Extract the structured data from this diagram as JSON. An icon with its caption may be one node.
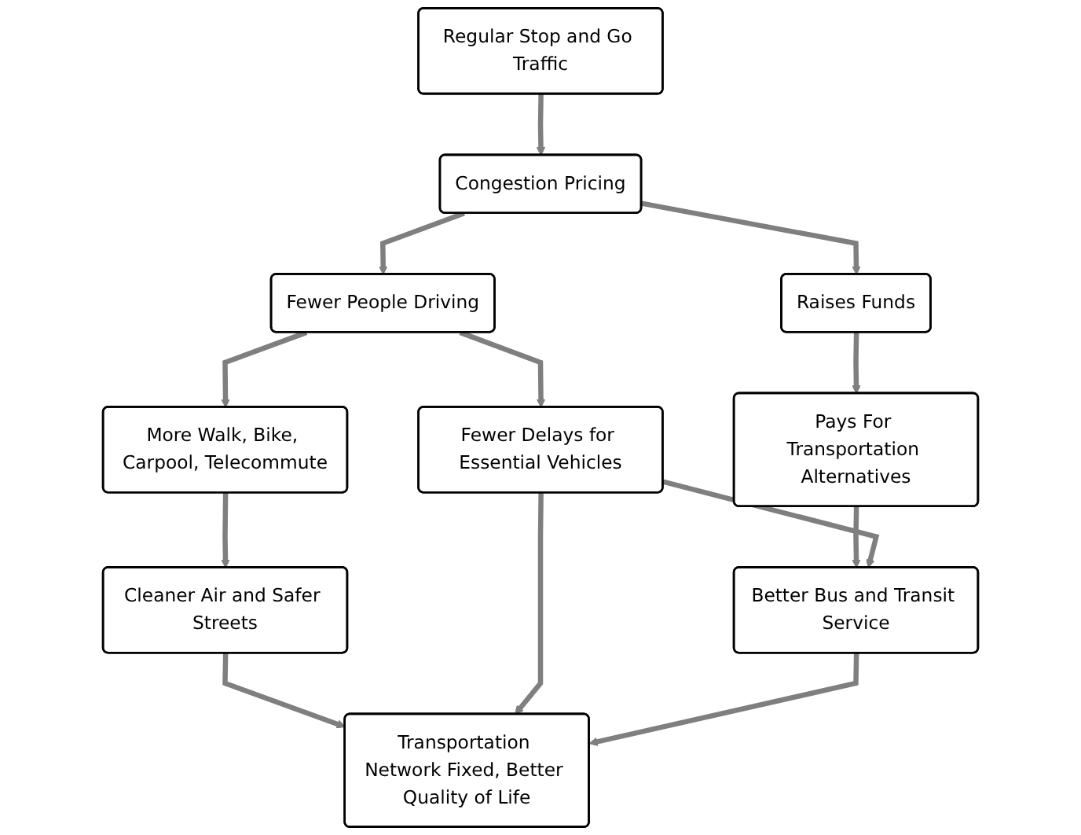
{
  "diagram": {
    "nodes": [
      {
        "text": [
          "Regular Stop and Go Traffic"
        ]
      },
      {
        "text": [
          "Congestion Pricing"
        ]
      },
      {
        "text": [
          "Raises Funds"
        ]
      },
      {
        "text": [
          "More Walk, Bike, Carpool, Telecommute"
        ]
      },
      {
        "text": [
          "Fewer People Driving"
        ]
      },
      {
        "text": [
          "Pays For Transportation Alternatives"
        ]
      },
      {
        "text": [
          "Cleaner Air and Safer Streets"
        ]
      },
      {
        "text": [
          "Fewer Delays for Essential Vehicles"
        ]
      },
      {
        "text": [
          "Better Bus and Transit Service"
        ]
      },
      {
        "text": [
          "Transportation Network Fixed, Better Quality of Life"
        ]
      }
    ],
    "edges": [
      {
        "from": 0,
        "to": 1,
        "arrow": "to"
      },
      {
        "from": 1,
        "to": 2,
        "arrow": "to"
      },
      {
        "from": 1,
        "to": 4,
        "arrow": "to"
      },
      {
        "from": 2,
        "to": 5,
        "arrow": "to"
      },
      {
        "from": 4,
        "to": 3,
        "arrow": "to"
      },
      {
        "from": 4,
        "to": 7,
        "arrow": "to"
      },
      {
        "from": 5,
        "to": 8,
        "arrow": "to"
      },
      {
        "from": 3,
        "to": 6,
        "arrow": "to"
      },
      {
        "from": 7,
        "to": 8,
        "arrow": "to"
      },
      {
        "from": 6,
        "to": 9,
        "arrow": "to"
      },
      {
        "from": 7,
        "to": 9,
        "arrow": "to"
      },
      {
        "from": 8,
        "to": 9,
        "arrow": "to"
      }
    ]
  }
}
